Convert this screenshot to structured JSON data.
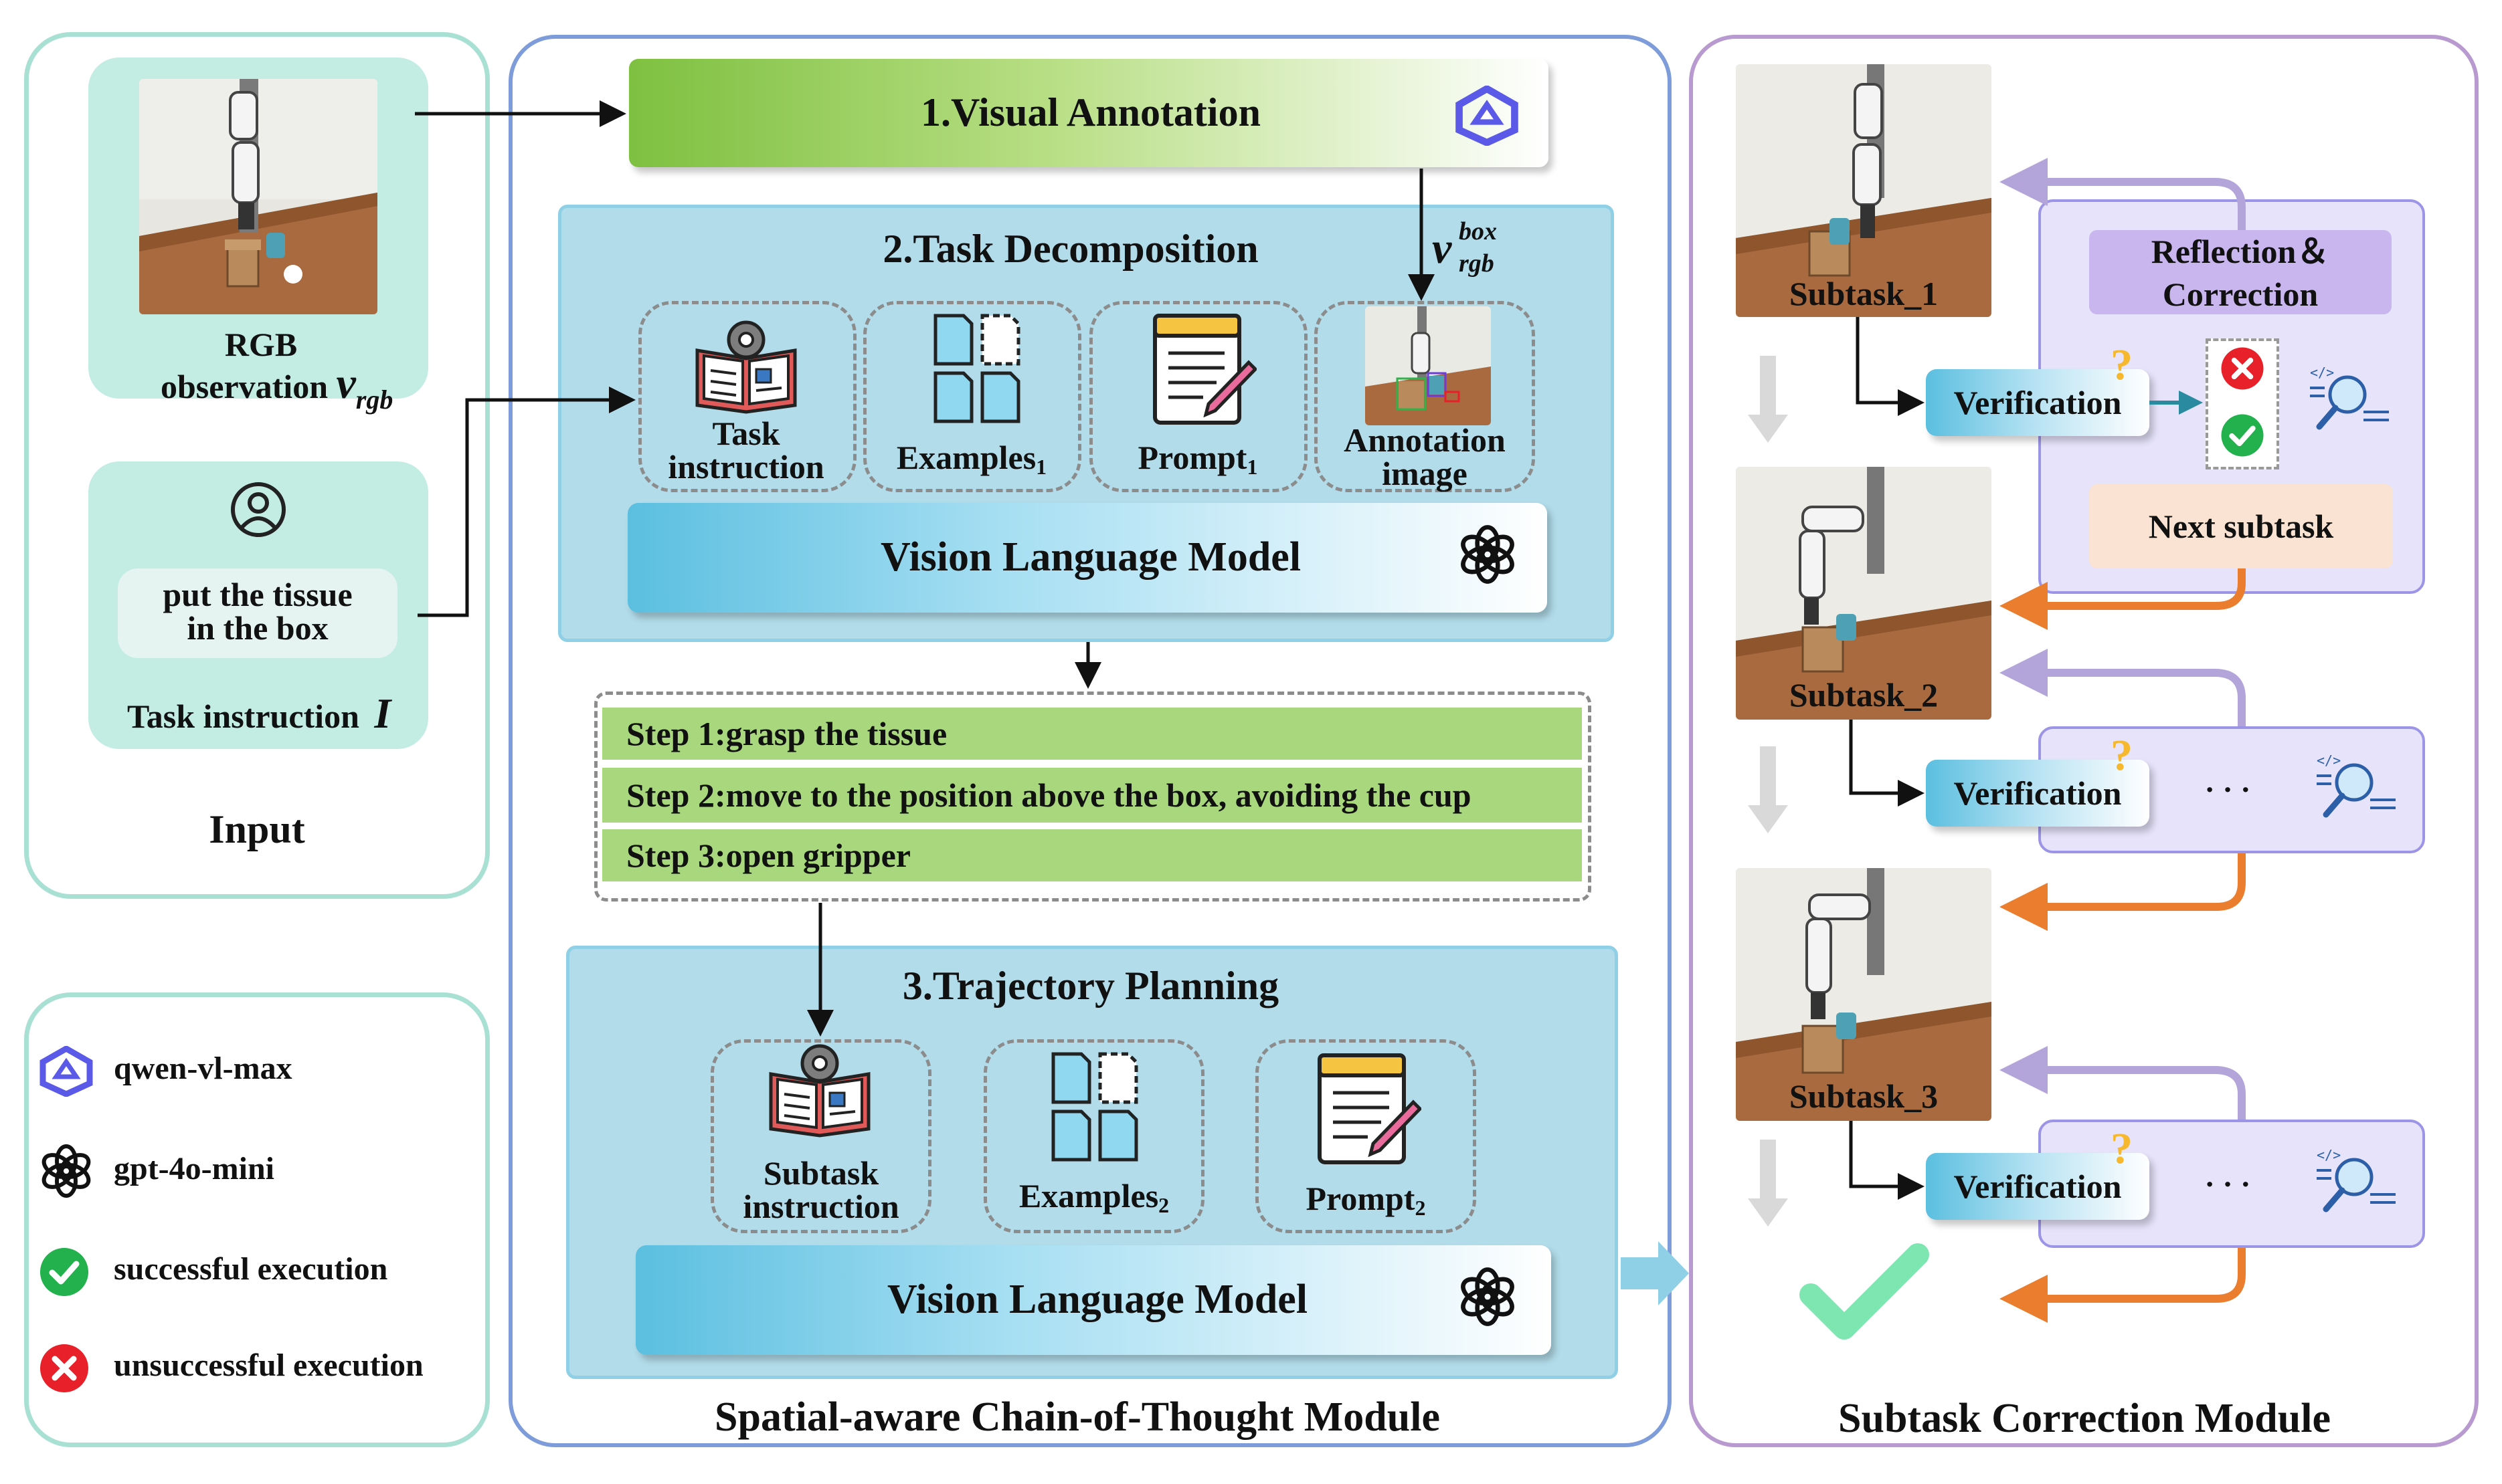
{
  "input": {
    "rgb_line1": "RGB",
    "rgb_line2": "observation",
    "rgb_symbol": "v",
    "rgb_subscript": "rgb",
    "instruction_line1": "put the tissue",
    "instruction_line2": "in the box",
    "task_instruction_label": "Task instruction",
    "task_instruction_symbol": "I",
    "section_title": "Input"
  },
  "legend": [
    {
      "icon": "qwen-logo-icon",
      "label": "qwen-vl-max"
    },
    {
      "icon": "openai-logo-icon",
      "label": "gpt-4o-mini"
    },
    {
      "icon": "check-icon",
      "label": "successful execution",
      "color": "#22b14c"
    },
    {
      "icon": "cross-icon",
      "label": "unsuccessful execution",
      "color": "#e8202a"
    }
  ],
  "cot": {
    "visual_annotation": "1.Visual Annotation",
    "vbox_symbol": "v",
    "vbox_superscript": "box",
    "vbox_subscript": "rgb",
    "task_decomposition": "2.Task Decomposition",
    "td_items": {
      "task_instruction_line1": "Task",
      "task_instruction_line2": "instruction",
      "examples": "Examples",
      "examples_sub": "1",
      "prompt": "Prompt",
      "prompt_sub": "1",
      "annotation_line1": "Annotation",
      "annotation_line2": "image"
    },
    "vlm_label": "Vision Language Model",
    "steps": [
      "Step 1:grasp the tissue",
      "Step 2:move to the position above the box, avoiding the cup",
      "Step 3:open gripper"
    ],
    "trajectory_planning": "3.Trajectory Planning",
    "tp_items": {
      "subtask_line1": "Subtask",
      "subtask_line2": "instruction",
      "examples": "Examples",
      "examples_sub": "2",
      "prompt": "Prompt",
      "prompt_sub": "2"
    },
    "vlm_label_2": "Vision Language Model",
    "module_title": "Spatial-aware Chain-of-Thought Module"
  },
  "correction": {
    "subtasks": [
      "Subtask_1",
      "Subtask_2",
      "Subtask_3"
    ],
    "verification": "Verification",
    "reflection_line1": "Reflection＆",
    "reflection_line2": "Correction",
    "next_subtask": "Next subtask",
    "ellipsis": "· · ·",
    "question_mark": "?",
    "module_title": "Subtask Correction Module"
  },
  "colors": {
    "teal_panel_border": "#a8e0d4",
    "teal_fill": "#c3ece3",
    "blue_panel_border": "#7e9cda",
    "purple_panel_border": "#b99ad0",
    "blue_box": "#b2dcea",
    "step_green": "#a9d77d",
    "purple_box": "#e6e3fa",
    "reflection_header": "#c9b6ef",
    "next_subtask_fill": "#fae3d2",
    "orange_arrow": "#ea7e2e",
    "purple_arrow": "#b3a4d9"
  }
}
